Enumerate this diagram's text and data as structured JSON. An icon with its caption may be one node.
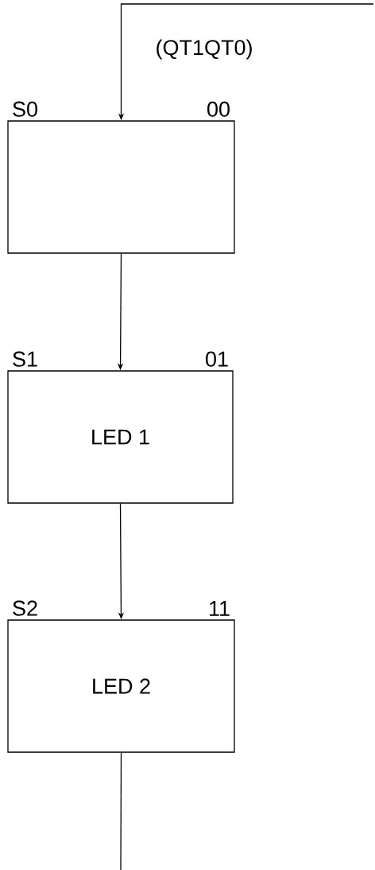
{
  "diagram": {
    "nodes": [
      {
        "text": [],
        "shape": "box",
        "beside": [
          "S0",
          "00"
        ]
      },
      {
        "text": [
          "LED 1"
        ],
        "beside": [
          "S1",
          "01"
        ]
      },
      {
        "text": [
          "LED 2"
        ],
        "beside": [
          "S2",
          "11"
        ]
      }
    ],
    "edges": [
      {
        "from": null,
        "to": 0,
        "arrow": "to"
      },
      {
        "from": 0,
        "to": 1,
        "arrow": "to"
      },
      {
        "from": 1,
        "to": 2,
        "arrow": "to"
      },
      {
        "from": 2,
        "to": null,
        "arrow": "none"
      }
    ],
    "labels": [
      "(QT1QT0)"
    ]
  }
}
